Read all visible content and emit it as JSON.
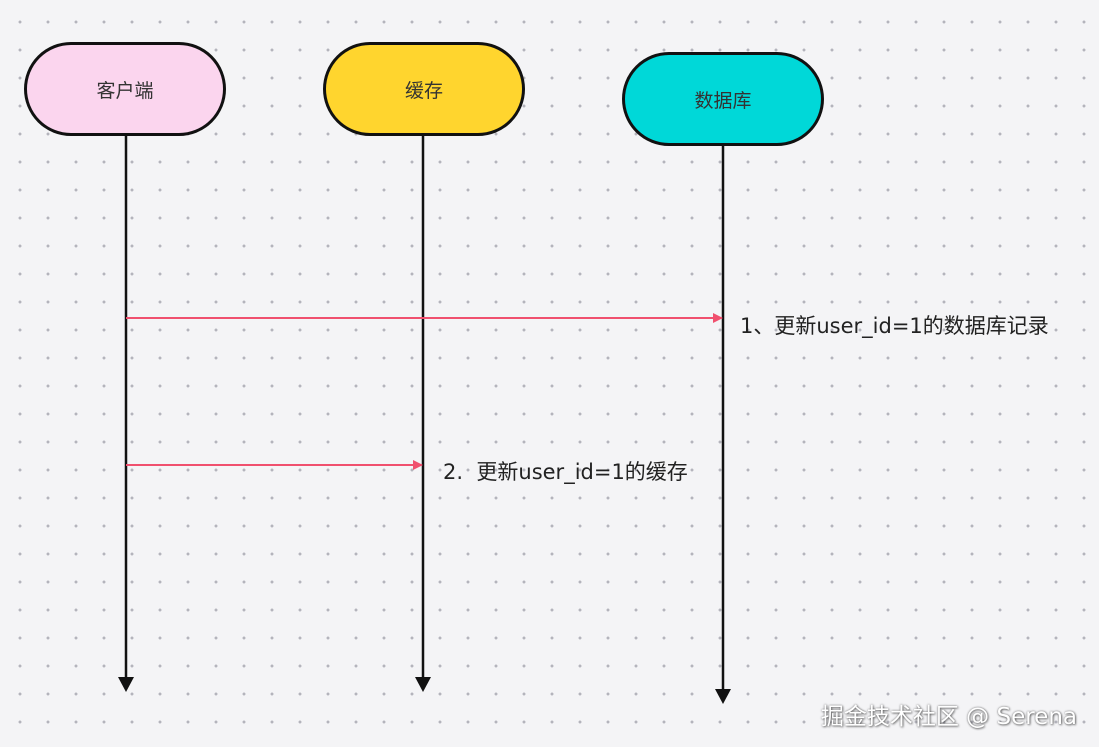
{
  "nodes": {
    "client": {
      "label": "客户端"
    },
    "cache": {
      "label": "缓存"
    },
    "database": {
      "label": "数据库"
    }
  },
  "messages": [
    {
      "from": "client",
      "to": "database",
      "label": "1、更新user_id=1的数据库记录"
    },
    {
      "from": "client",
      "to": "cache",
      "label": "2.  更新user_id=1的缓存"
    }
  ],
  "watermark": "掘金技术社区 @ Serena",
  "colors": {
    "background": "#f4f4f6",
    "client_fill": "#fbd5ee",
    "cache_fill": "#ffd52e",
    "database_fill": "#00d8d8",
    "arrow": "#f0506e",
    "lifeline": "#111111"
  }
}
